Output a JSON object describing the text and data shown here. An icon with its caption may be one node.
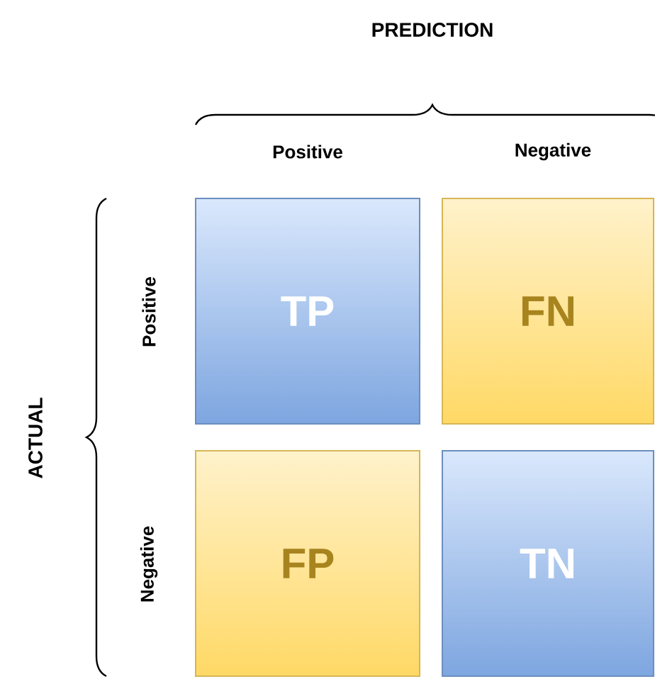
{
  "diagram": {
    "nodes": [
      {
        "text": [
          "TP"
        ]
      },
      {
        "text": [
          "FN"
        ]
      },
      {
        "text": [
          "FP"
        ]
      },
      {
        "text": [
          "TN"
        ]
      }
    ],
    "labels": [
      "PREDICTION",
      "Positive",
      "Negative",
      "ACTUAL",
      "Positive",
      "Negative"
    ]
  }
}
